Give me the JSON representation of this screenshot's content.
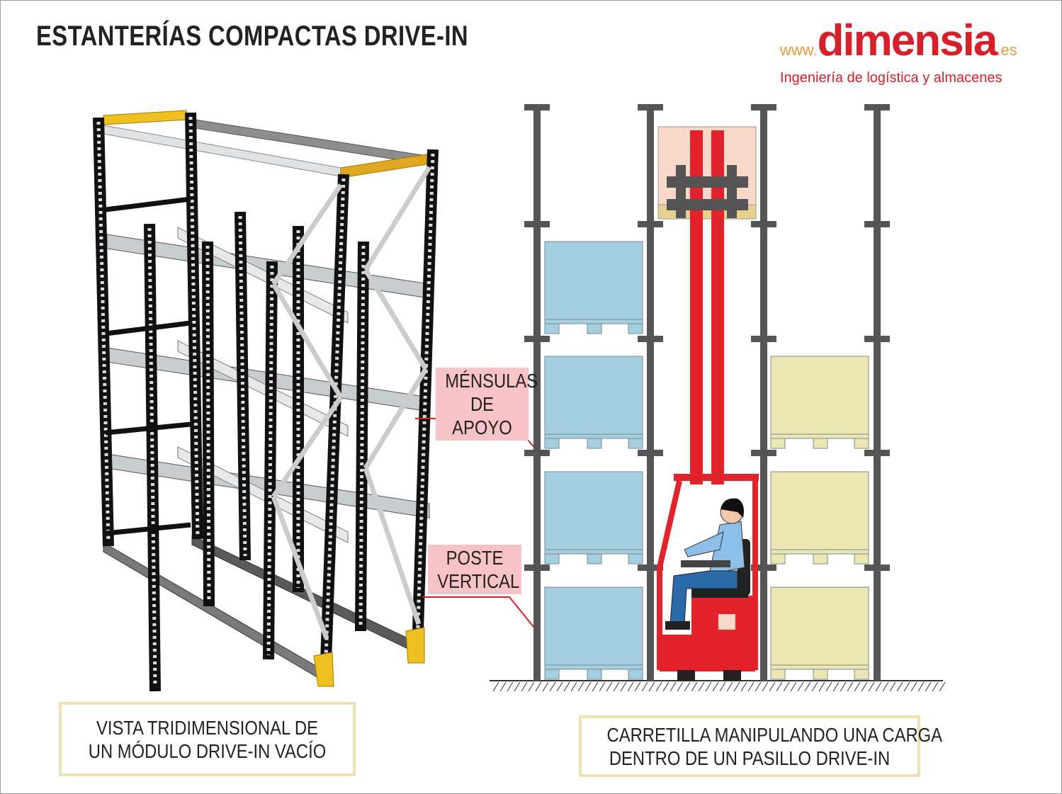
{
  "title": "ESTANTERÍAS COMPACTAS DRIVE-IN",
  "logo": {
    "prefix": "www.",
    "brand": "dimensia",
    "suffix": ".es",
    "tagline": "Ingeniería de logística y almacenes"
  },
  "labels": {
    "mensulas": [
      "MÉNSULAS",
      "DE APOYO"
    ],
    "poste": [
      "POSTE",
      "VERTICAL"
    ]
  },
  "captions": {
    "left": [
      "VISTA TRIDIMENSIONAL DE",
      "UN MÓDULO DRIVE-IN VACÍO"
    ],
    "right": [
      "CARRETILLA MANIPULANDO UNA CARGA",
      "DENTRO DE UN PASILLO DRIVE-IN"
    ]
  },
  "colors": {
    "post": "#555555",
    "pallet_blue": "#a3cfe0",
    "pallet_yellow": "#ece6b2",
    "forklift": "#e3232b",
    "label_bg": "#f7c3c6",
    "caption_border": "#efe0b0",
    "rack_yellow": "#f0c020"
  }
}
